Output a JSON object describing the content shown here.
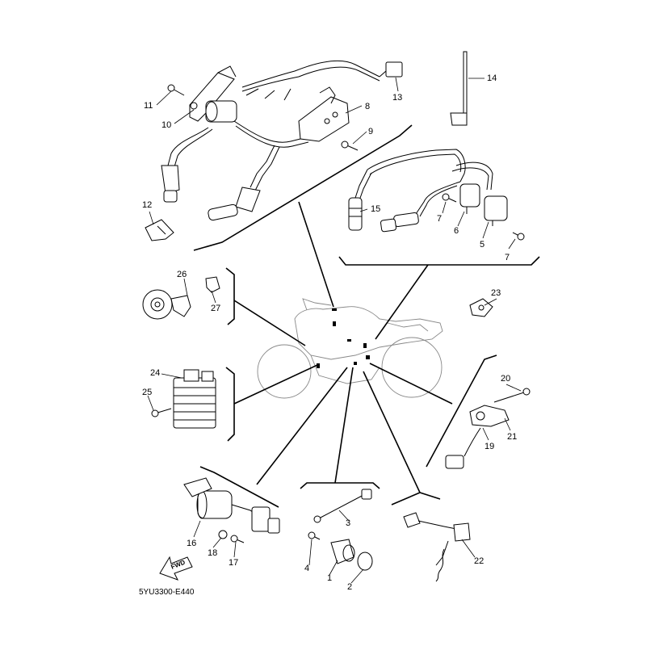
{
  "diagram": {
    "code": "5YU3300-E440",
    "fwd_label": "FWD",
    "callouts": [
      "1",
      "2",
      "3",
      "4",
      "5",
      "6",
      "7",
      "8",
      "9",
      "10",
      "11",
      "12",
      "13",
      "14",
      "15",
      "16",
      "17",
      "18",
      "19",
      "20",
      "21",
      "22",
      "23",
      "24",
      "25",
      "26",
      "27"
    ]
  }
}
